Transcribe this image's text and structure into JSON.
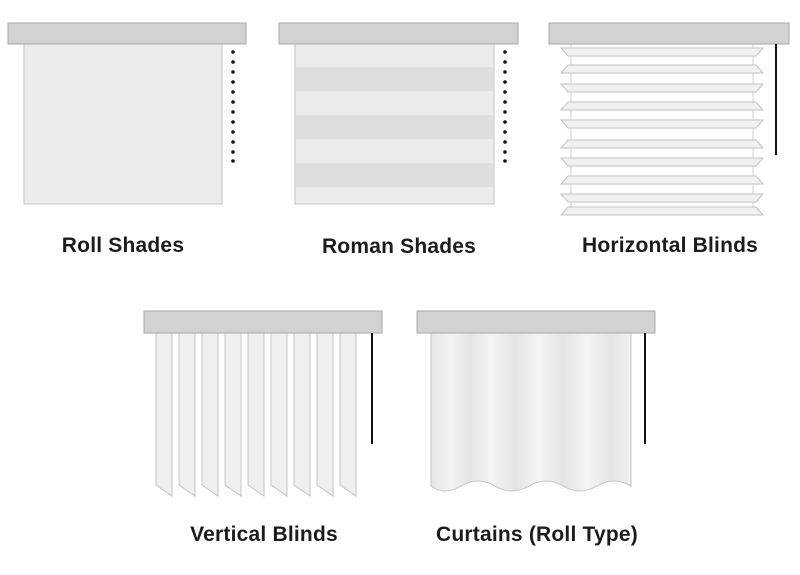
{
  "items": [
    {
      "label": "Roll Shades"
    },
    {
      "label": "Roman Shades"
    },
    {
      "label": "Horizontal Blinds"
    },
    {
      "label": "Vertical Blinds"
    },
    {
      "label": "Curtains (Roll Type)"
    }
  ],
  "colors": {
    "headrail": "#d2d2d2",
    "headrail_stroke": "#a8a8a8",
    "fabric": "#ececec",
    "fabric_band": "#dedede",
    "stroke": "#c4c4c4",
    "cord": "#111111"
  }
}
